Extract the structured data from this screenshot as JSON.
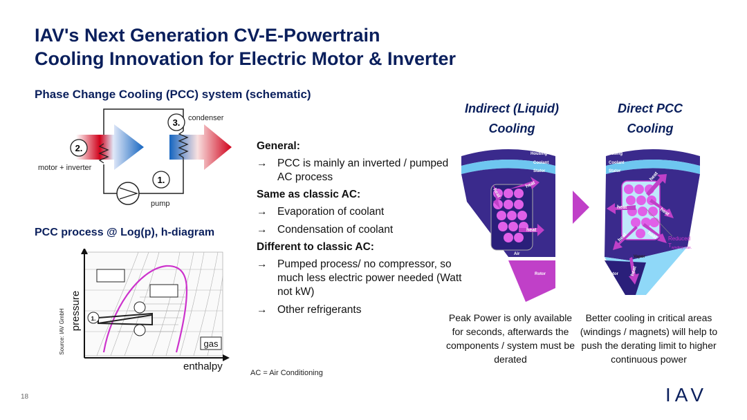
{
  "slide": {
    "title_line1": "IAV's Next Generation CV-E-Powertrain",
    "title_line2": "Cooling Innovation for Electric Motor & Inverter",
    "page_number": "18",
    "logo": "IAV"
  },
  "schematic": {
    "heading": "Phase Change Cooling (PCC) system (schematic)",
    "label_1": "1.",
    "label_2": "2.",
    "label_3": "3.",
    "condenser": "condenser",
    "motor_inverter": "motor + inverter",
    "pump": "pump"
  },
  "diagram": {
    "heading": "PCC process @ Log(p), h-diagram",
    "y_axis": "pressure",
    "x_axis": "enthalpy",
    "gas": "gas",
    "marker": "1.",
    "source": "Source: IAV GmbH"
  },
  "bullets": {
    "general_heading": "General:",
    "general_1": "PCC is mainly an inverted / pumped AC process",
    "same_heading": "Same as classic AC:",
    "same_1": "Evaporation of coolant",
    "same_2": "Condensation of coolant",
    "diff_heading": "Different to classic AC:",
    "diff_1": "Pumped process/ no compressor, so much less electric power needed (Watt not kW)",
    "diff_2": "Other refrigerants",
    "arrow": "→",
    "footnote": "AC = Air Conditioning"
  },
  "indirect": {
    "title_line1": "Indirect (Liquid)",
    "title_line2": "Cooling",
    "housing": "Housing",
    "coolant": "Coolant",
    "stator": "Stator",
    "air": "Air",
    "rotor": "Rotor",
    "heat": "heat",
    "caption": "Peak Power is only available for seconds, afterwards the components / system must be derated"
  },
  "direct": {
    "title_line1": "Direct PCC",
    "title_line2": "Cooling",
    "housing": "Housing",
    "coolant": "Coolant",
    "stator": "Stator",
    "vapor": "Vapor",
    "rotor": "Rotor",
    "heat": "heat",
    "reduced": "Reduced",
    "t_winding": "T",
    "t_winding_sub": "winding max.",
    "caption": "Better cooling in critical areas (windings / magnets) will help to push the derating limit to higher continuous power"
  },
  "colors": {
    "navy": "#0a1f5c",
    "magenta": "#cc33cc",
    "red": "#d0021b",
    "blue": "#1565c0",
    "light_blue": "#6ec6f0",
    "violet": "#3a2a8c"
  }
}
